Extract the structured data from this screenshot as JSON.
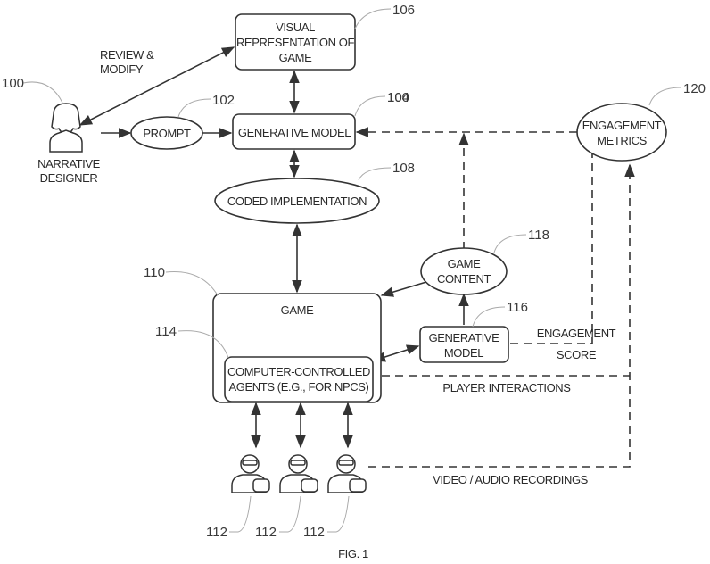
{
  "figure": {
    "caption": "FIG. 1",
    "nodes": {
      "narrative_designer": {
        "label_lines": [
          "NARRATIVE",
          "DESIGNER"
        ],
        "ref": "100",
        "icon": "person-female-icon"
      },
      "prompt": {
        "label": "PROMPT",
        "ref": "102"
      },
      "generative_model": {
        "label": "GENERATIVE MODEL",
        "ref": "104"
      },
      "visual_representation": {
        "label_lines": [
          "VISUAL",
          "REPRESENTATION OF",
          "GAME"
        ],
        "ref": "106"
      },
      "coded_implementation": {
        "label": "CODED IMPLEMENTATION",
        "ref": "108"
      },
      "game": {
        "label": "GAME",
        "ref": "110"
      },
      "players": {
        "ref": "112",
        "count": 3,
        "icon": "player-with-controller-icon"
      },
      "npc_agents": {
        "label_lines": [
          "COMPUTER-CONTROLLED",
          "AGENTS (E.G., FOR NPCS)"
        ],
        "ref": "114"
      },
      "generative_model_2": {
        "label_lines": [
          "GENERATIVE",
          "MODEL"
        ],
        "ref": "116"
      },
      "game_content": {
        "label_lines": [
          "GAME",
          "CONTENT"
        ],
        "ref": "118"
      },
      "engagement_metrics": {
        "label_lines": [
          "ENGAGEMENT",
          "METRICS"
        ],
        "ref": "120"
      }
    },
    "edge_labels": {
      "review_modify": [
        "REVIEW &",
        "MODIFY"
      ],
      "engagement_score": [
        "ENGAGEMENT",
        "SCORE"
      ],
      "player_interactions": "PLAYER INTERACTIONS",
      "video_audio": "VIDEO / AUDIO RECORDINGS"
    }
  }
}
